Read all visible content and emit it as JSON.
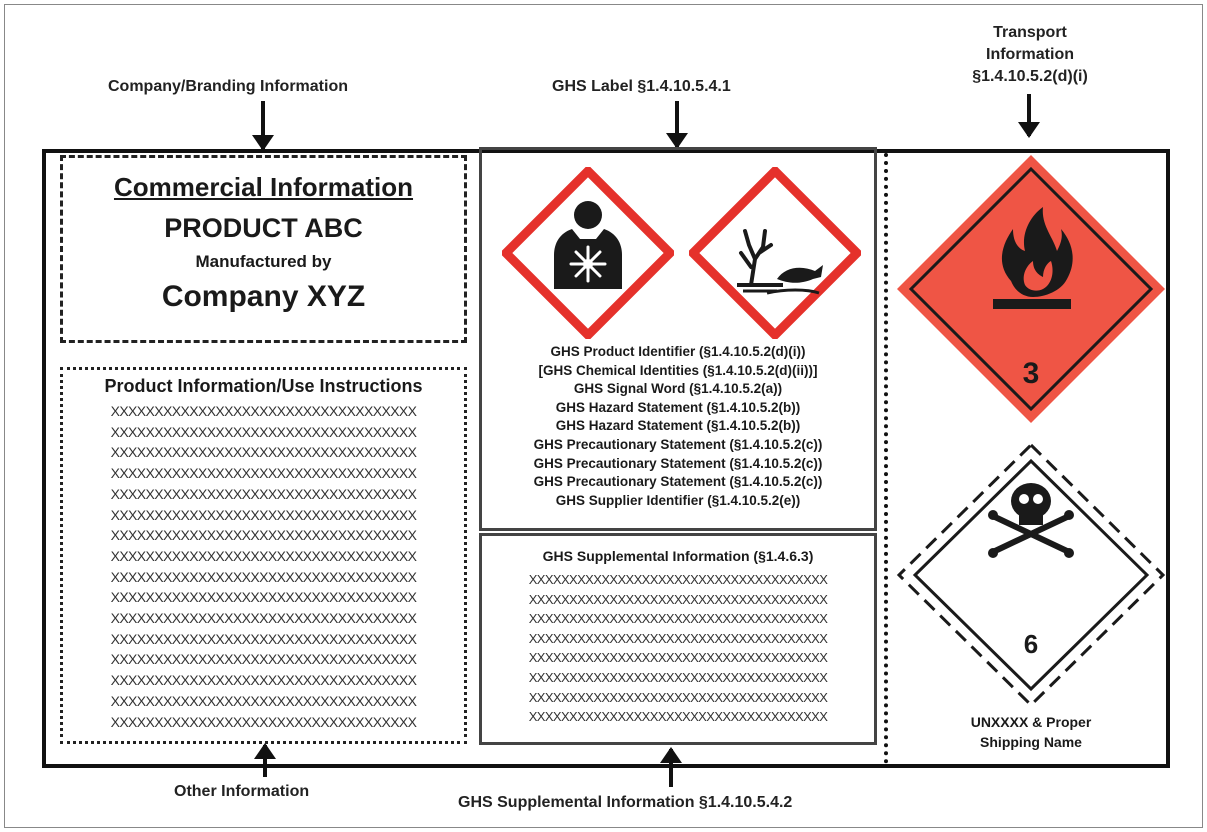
{
  "callouts": {
    "branding": "Company/Branding Information",
    "ghs_label": "GHS Label §1.4.10.5.4.1",
    "transport_1": "Transport",
    "transport_2": "Information",
    "transport_3": "§1.4.10.5.2(d)(i)",
    "other": "Other Information",
    "ghs_supplemental": "GHS Supplemental Information §1.4.10.5.4.2"
  },
  "commercial": {
    "heading": "Commercial Information",
    "product": "PRODUCT ABC",
    "manufactured_by": "Manufactured by",
    "company": "Company XYZ"
  },
  "product_info": {
    "heading": "Product Information/Use Instructions",
    "lines": [
      "XXXXXXXXXXXXXXXXXXXXXXXXXXXXXXXXXXX",
      "XXXXXXXXXXXXXXXXXXXXXXXXXXXXXXXXXXX",
      "XXXXXXXXXXXXXXXXXXXXXXXXXXXXXXXXXXX",
      "XXXXXXXXXXXXXXXXXXXXXXXXXXXXXXXXXXX",
      "XXXXXXXXXXXXXXXXXXXXXXXXXXXXXXXXXXX",
      "XXXXXXXXXXXXXXXXXXXXXXXXXXXXXXXXXXX",
      "XXXXXXXXXXXXXXXXXXXXXXXXXXXXXXXXXXX",
      "XXXXXXXXXXXXXXXXXXXXXXXXXXXXXXXXXXX",
      "XXXXXXXXXXXXXXXXXXXXXXXXXXXXXXXXXXX",
      "XXXXXXXXXXXXXXXXXXXXXXXXXXXXXXXXXXX",
      "XXXXXXXXXXXXXXXXXXXXXXXXXXXXXXXXXXX",
      "XXXXXXXXXXXXXXXXXXXXXXXXXXXXXXXXXXX",
      "XXXXXXXXXXXXXXXXXXXXXXXXXXXXXXXXXXX",
      "XXXXXXXXXXXXXXXXXXXXXXXXXXXXXXXXXXX",
      "XXXXXXXXXXXXXXXXXXXXXXXXXXXXXXXXXXX",
      "XXXXXXXXXXXXXXXXXXXXXXXXXXXXXXXXXXX"
    ]
  },
  "ghs": {
    "lines": [
      "GHS Product Identifier (§1.4.10.5.2(d)(i))",
      "[GHS Chemical Identities (§1.4.10.5.2(d)(ii))]",
      "GHS Signal Word (§1.4.10.5.2(a))",
      "GHS Hazard Statement (§1.4.10.5.2(b))",
      "GHS Hazard Statement (§1.4.10.5.2(b))",
      "GHS Precautionary Statement (§1.4.10.5.2(c))",
      "GHS Precautionary Statement (§1.4.10.5.2(c))",
      "GHS Precautionary Statement (§1.4.10.5.2(c))",
      "GHS Supplier Identifier (§1.4.10.5.2(e))"
    ],
    "pictograms": [
      "health-hazard-icon",
      "environment-icon"
    ]
  },
  "supplemental": {
    "heading": "GHS Supplemental Information (§1.4.6.3)",
    "lines": [
      "XXXXXXXXXXXXXXXXXXXXXXXXXXXXXXXXXXXXX",
      "XXXXXXXXXXXXXXXXXXXXXXXXXXXXXXXXXXXXX",
      "XXXXXXXXXXXXXXXXXXXXXXXXXXXXXXXXXXXXX",
      "XXXXXXXXXXXXXXXXXXXXXXXXXXXXXXXXXXXXX",
      "XXXXXXXXXXXXXXXXXXXXXXXXXXXXXXXXXXXXX",
      "XXXXXXXXXXXXXXXXXXXXXXXXXXXXXXXXXXXXX",
      "XXXXXXXXXXXXXXXXXXXXXXXXXXXXXXXXXXXXX",
      "XXXXXXXXXXXXXXXXXXXXXXXXXXXXXXXXXXXXX"
    ]
  },
  "transport": {
    "flammable_class": "3",
    "toxic_class": "6",
    "un_line1": "UNXXXX & Proper",
    "un_line2": "Shipping Name",
    "flammable_color": "#ef5545",
    "ghs_red": "#e5312b"
  }
}
